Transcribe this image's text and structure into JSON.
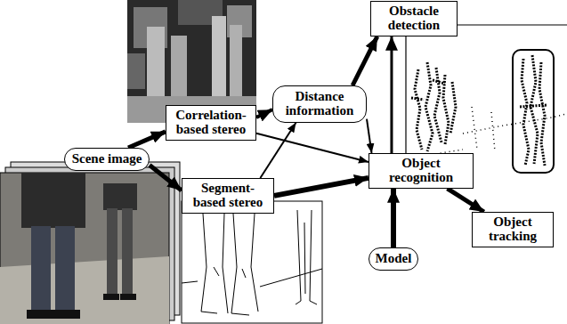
{
  "diagram": {
    "nodes": [
      {
        "text": [
          "Obstacle detection"
        ]
      },
      {
        "text": [
          "Correlation-based stereo"
        ]
      },
      {
        "text": [
          "Distance information"
        ]
      },
      {
        "text": [
          "Scene image"
        ]
      },
      {
        "text": [
          "Object recognition"
        ]
      },
      {
        "text": [
          "Segment-based stereo"
        ]
      },
      {
        "text": [
          "Object tracking"
        ]
      },
      {
        "text": [
          "Model"
        ]
      }
    ],
    "edges": [
      {
        "from": 3,
        "to": 1,
        "arrow": "to"
      },
      {
        "from": 3,
        "to": 5,
        "arrow": "to"
      },
      {
        "from": 1,
        "to": 2,
        "arrow": "to"
      },
      {
        "from": 1,
        "to": 4,
        "arrow": "to"
      },
      {
        "from": 5,
        "to": 2,
        "arrow": "to"
      },
      {
        "from": 5,
        "to": 4,
        "arrow": "to"
      },
      {
        "from": 2,
        "to": 0,
        "arrow": "to"
      },
      {
        "from": 2,
        "to": 4,
        "arrow": "to"
      },
      {
        "from": 4,
        "to": 0,
        "arrow": "to"
      },
      {
        "from": 7,
        "to": 4,
        "arrow": "to"
      },
      {
        "from": 4,
        "to": 6,
        "arrow": "to"
      }
    ]
  }
}
